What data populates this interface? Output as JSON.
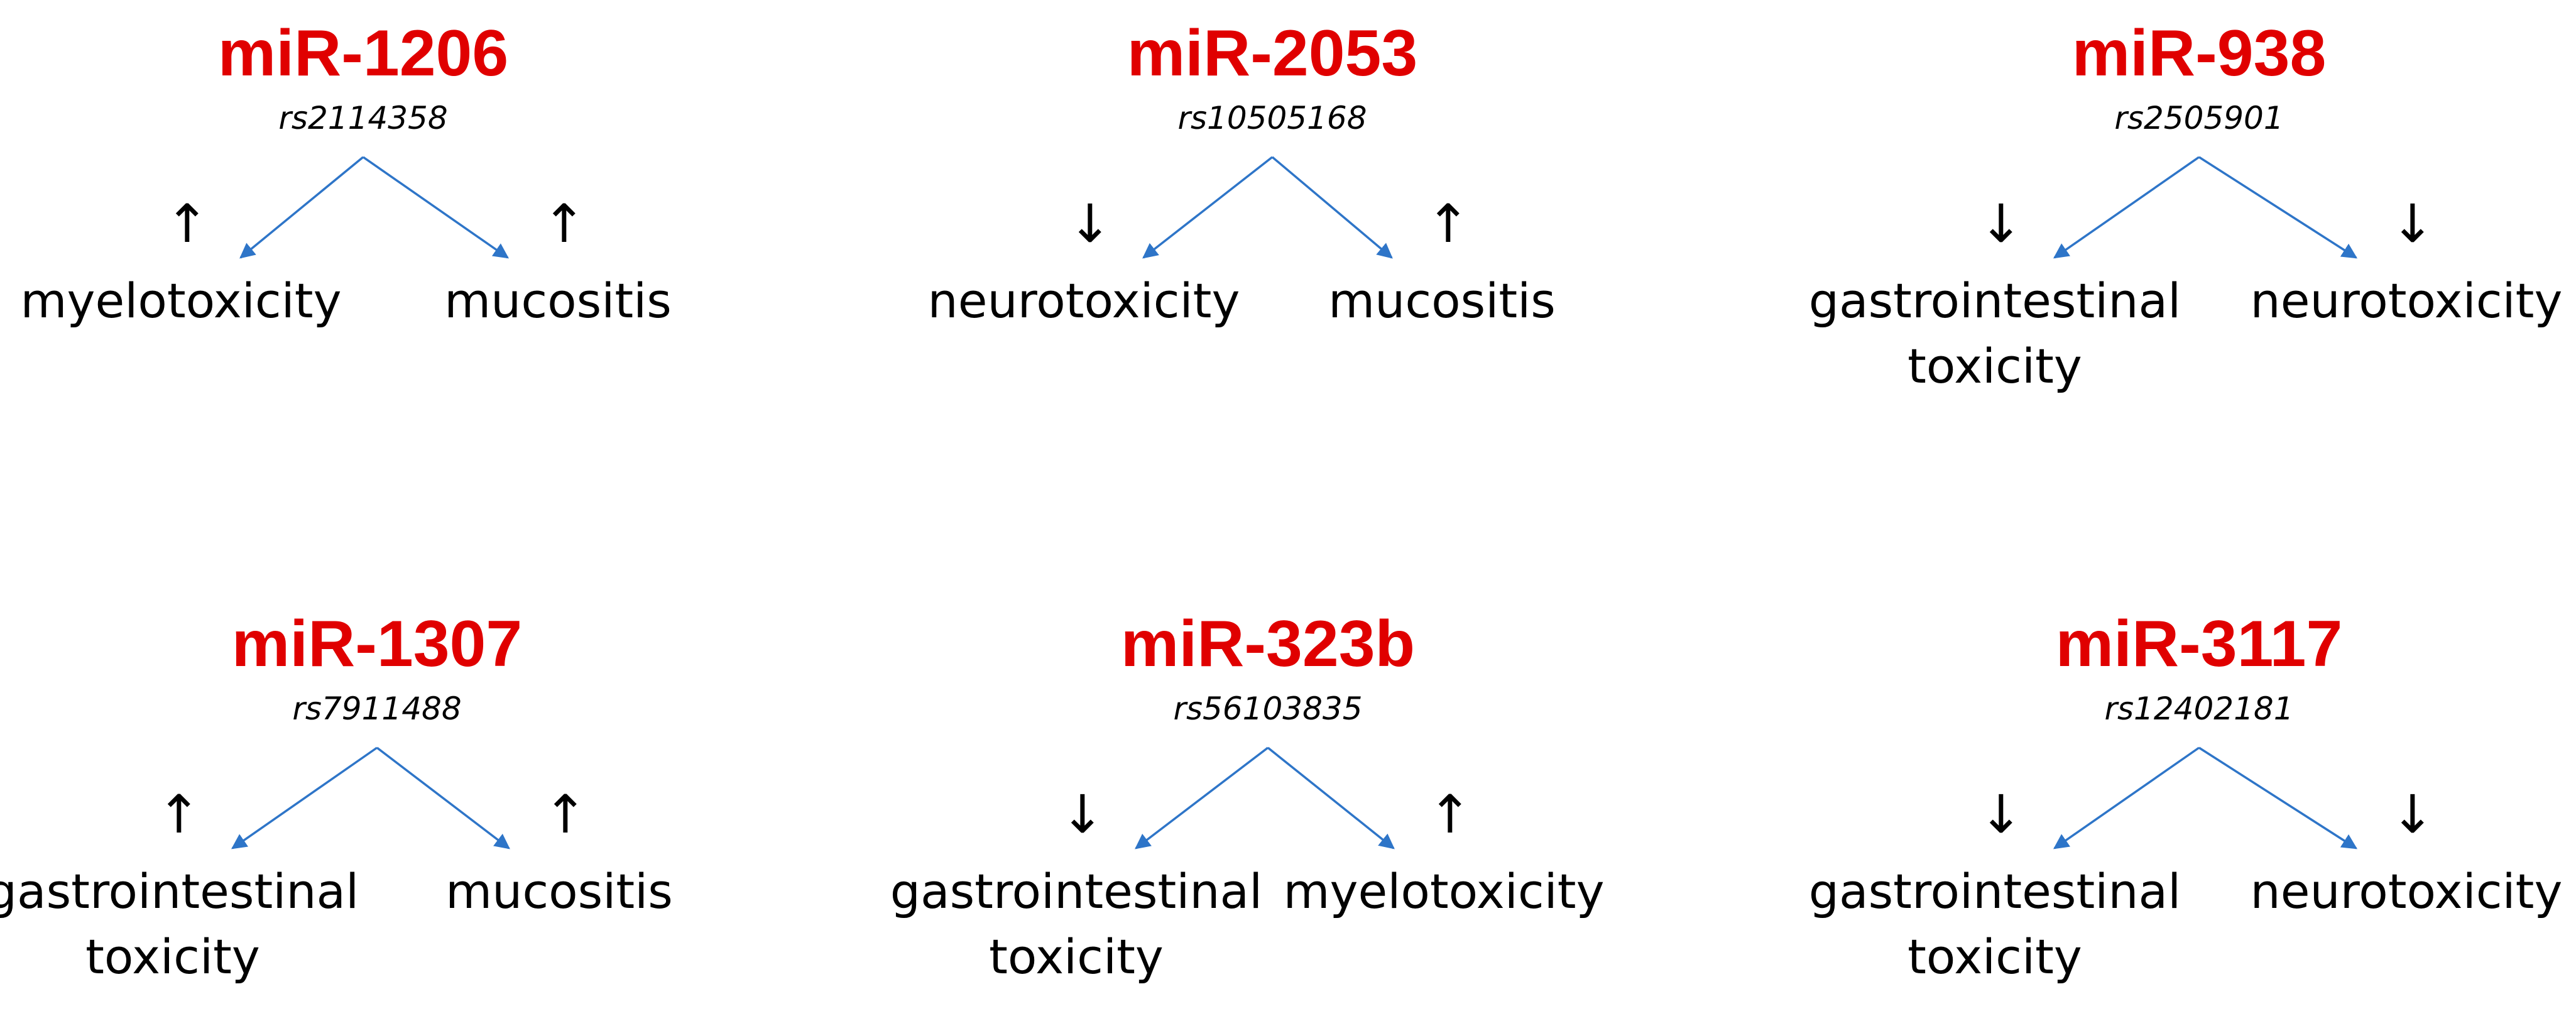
{
  "colors": {
    "title": "#e00000",
    "branch": "#2e75c8",
    "text": "#000000"
  },
  "panels": [
    {
      "title": "miR-1206",
      "snp": "rs2114358",
      "left": {
        "direction": "up",
        "symbol": "↑",
        "lines": [
          "myelotoxicity"
        ]
      },
      "right": {
        "direction": "up",
        "symbol": "↑",
        "lines": [
          "mucositis"
        ]
      }
    },
    {
      "title": "miR-2053",
      "snp": "rs10505168",
      "left": {
        "direction": "down",
        "symbol": "↓",
        "lines": [
          "neurotoxicity"
        ]
      },
      "right": {
        "direction": "up",
        "symbol": "↑",
        "lines": [
          "mucositis"
        ]
      }
    },
    {
      "title": "miR-938",
      "snp": "rs2505901",
      "left": {
        "direction": "down",
        "symbol": "↓",
        "lines": [
          "gastrointestinal",
          "toxicity"
        ]
      },
      "right": {
        "direction": "down",
        "symbol": "↓",
        "lines": [
          "neurotoxicity"
        ]
      }
    },
    {
      "title": "miR-1307",
      "snp": "rs7911488",
      "left": {
        "direction": "up",
        "symbol": "↑",
        "lines": [
          "gastrointestinal",
          "toxicity"
        ]
      },
      "right": {
        "direction": "up",
        "symbol": "↑",
        "lines": [
          "mucositis"
        ]
      }
    },
    {
      "title": "miR-323b",
      "snp": "rs56103835",
      "left": {
        "direction": "down",
        "symbol": "↓",
        "lines": [
          "gastrointestinal",
          "toxicity"
        ]
      },
      "right": {
        "direction": "up",
        "symbol": "↑",
        "lines": [
          "myelotoxicity"
        ]
      }
    },
    {
      "title": "miR-3117",
      "snp": "rs12402181",
      "left": {
        "direction": "down",
        "symbol": "↓",
        "lines": [
          "gastrointestinal",
          "toxicity"
        ]
      },
      "right": {
        "direction": "down",
        "symbol": "↓",
        "lines": [
          "neurotoxicity"
        ]
      }
    }
  ]
}
